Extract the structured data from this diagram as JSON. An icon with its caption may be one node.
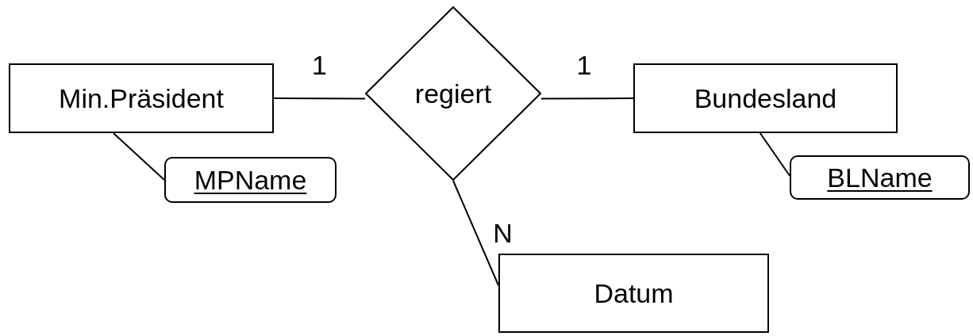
{
  "diagram": {
    "nodes": [
      {
        "text": [
          "Min.Präsident"
        ]
      },
      {
        "text": [
          "regiert"
        ]
      },
      {
        "text": [
          "Bundesland"
        ]
      },
      {
        "text": [
          "MPName"
        ]
      },
      {
        "text": [
          "BLName"
        ]
      },
      {
        "text": [
          "Datum"
        ]
      }
    ],
    "edges": [
      {
        "from": 0,
        "to": 1,
        "arrow": "none",
        "label": "1"
      },
      {
        "from": 1,
        "to": 2,
        "arrow": "none",
        "label": "1"
      },
      {
        "from": 1,
        "to": 5,
        "arrow": "none",
        "label": "N"
      },
      {
        "from": 0,
        "to": 3,
        "arrow": "none"
      },
      {
        "from": 2,
        "to": 4,
        "arrow": "none"
      }
    ]
  }
}
